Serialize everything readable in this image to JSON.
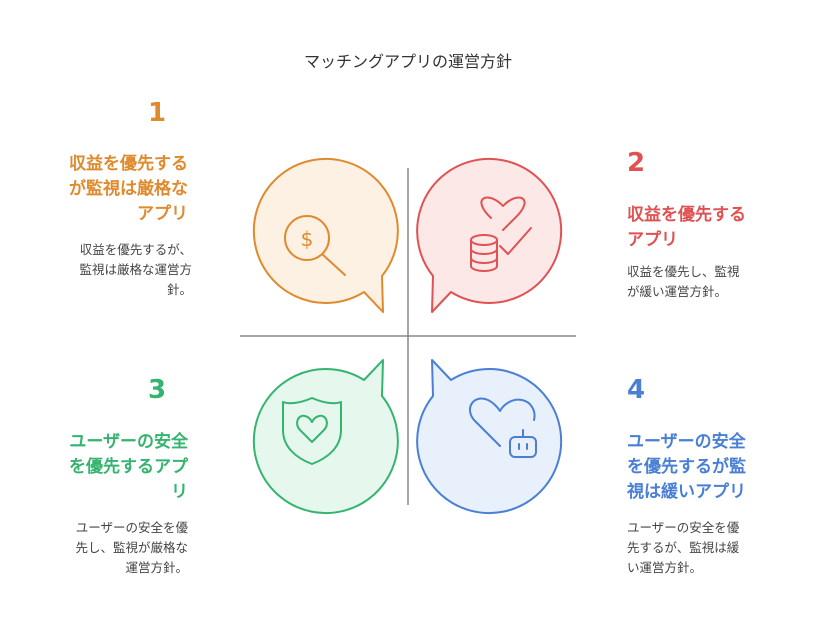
{
  "title": "マッチングアプリの運営方針",
  "quadrants": [
    {
      "number": "1",
      "heading_lines": [
        "収益を優先する",
        "が監視は厳格な",
        "アプリ"
      ],
      "desc_lines": [
        "収益を優先するが、",
        "監視は厳格な運営方",
        "針。"
      ],
      "color": "#e08a2e",
      "fill": "#fdf1e4",
      "icon": "dollar-magnifier-icon"
    },
    {
      "number": "2",
      "heading_lines": [
        "収益を優先する",
        "アプリ"
      ],
      "desc_lines": [
        "収益を優先し、監視",
        "が緩い運営方針。"
      ],
      "color": "#e05252",
      "fill": "#fde8e8",
      "icon": "heart-coins-icon"
    },
    {
      "number": "3",
      "heading_lines": [
        "ユーザーの安全",
        "を優先するアプ",
        "リ"
      ],
      "desc_lines": [
        "ユーザーの安全を優",
        "先し、監視が厳格な",
        "運営方針。"
      ],
      "color": "#34b46e",
      "fill": "#e6f8ee",
      "icon": "heart-shield-icon"
    },
    {
      "number": "4",
      "heading_lines": [
        "ユーザーの安全",
        "を優先するが監",
        "視は緩いアプリ"
      ],
      "desc_lines": [
        "ユーザーの安全を優",
        "先するが、監視は緩",
        "い運営方針。"
      ],
      "color": "#4a7fd6",
      "fill": "#e8f0fc",
      "icon": "heart-robot-icon"
    }
  ]
}
